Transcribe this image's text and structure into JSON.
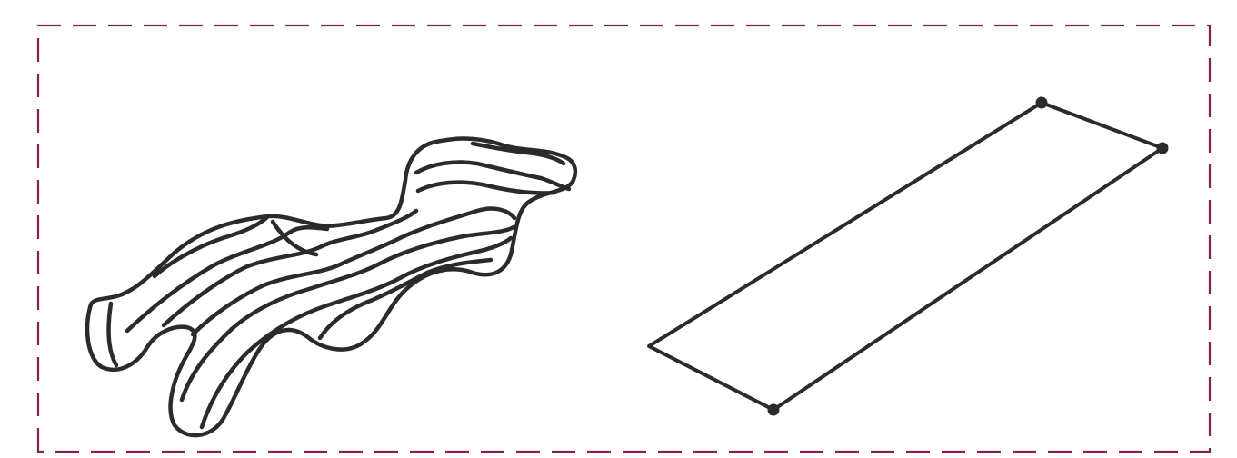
{
  "figure": {
    "border_color": "#8a1f4d",
    "ink_color": "#2b2b2b",
    "background": "#ffffff",
    "items": [
      {
        "name": "wavy-organic-strip",
        "style": "hand-drawn, striated"
      },
      {
        "name": "flat-rectangular-strip",
        "style": "hand-drawn outline"
      }
    ]
  }
}
